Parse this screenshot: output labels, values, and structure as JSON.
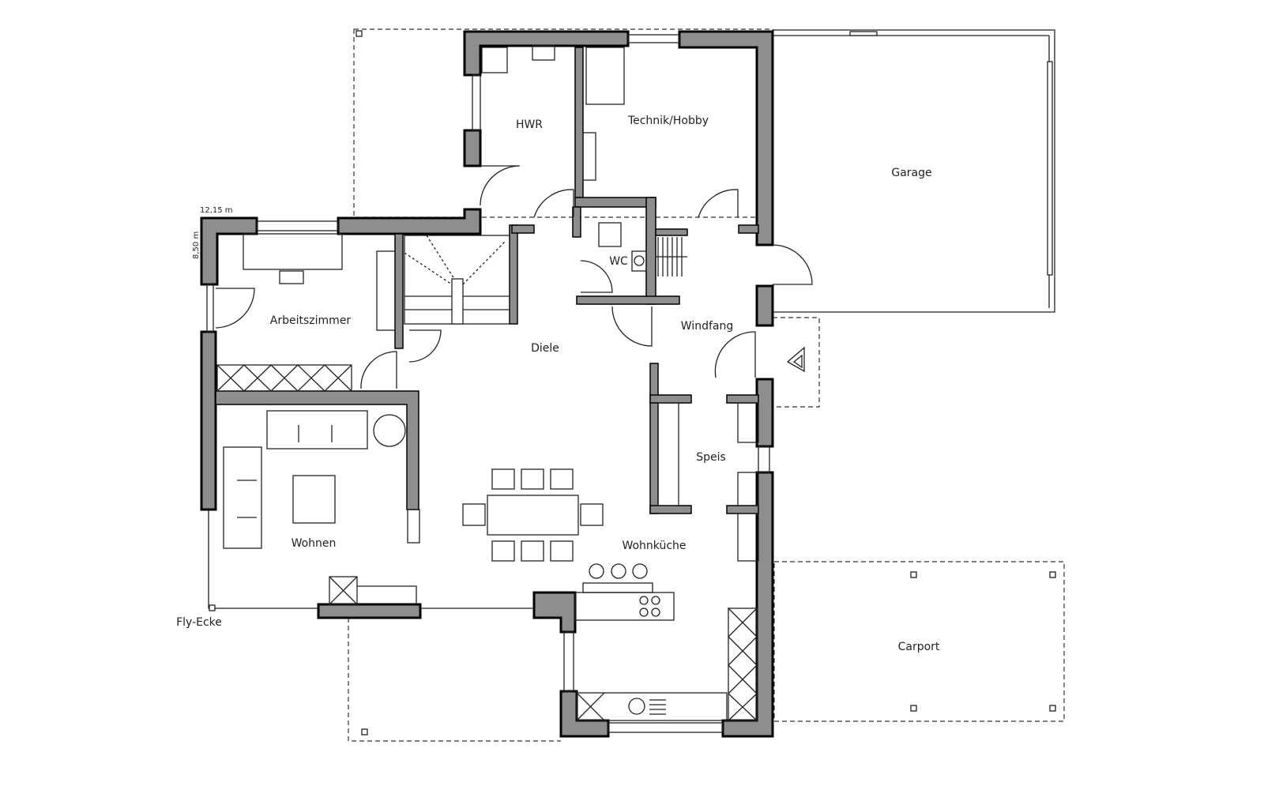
{
  "plan": {
    "dimensions": {
      "width": "12,15 m",
      "depth": "8,50 m"
    },
    "rooms": {
      "hwr": "HWR",
      "technik": "Technik/Hobby",
      "garage": "Garage",
      "wc": "WC",
      "arbeitszimmer": "Arbeitszimmer",
      "diele": "Diele",
      "windfang": "Windfang",
      "speis": "Speis",
      "wohnen": "Wohnen",
      "wohnkueche": "Wohnküche",
      "carport": "Carport",
      "fly_ecke": "Fly-Ecke"
    }
  }
}
